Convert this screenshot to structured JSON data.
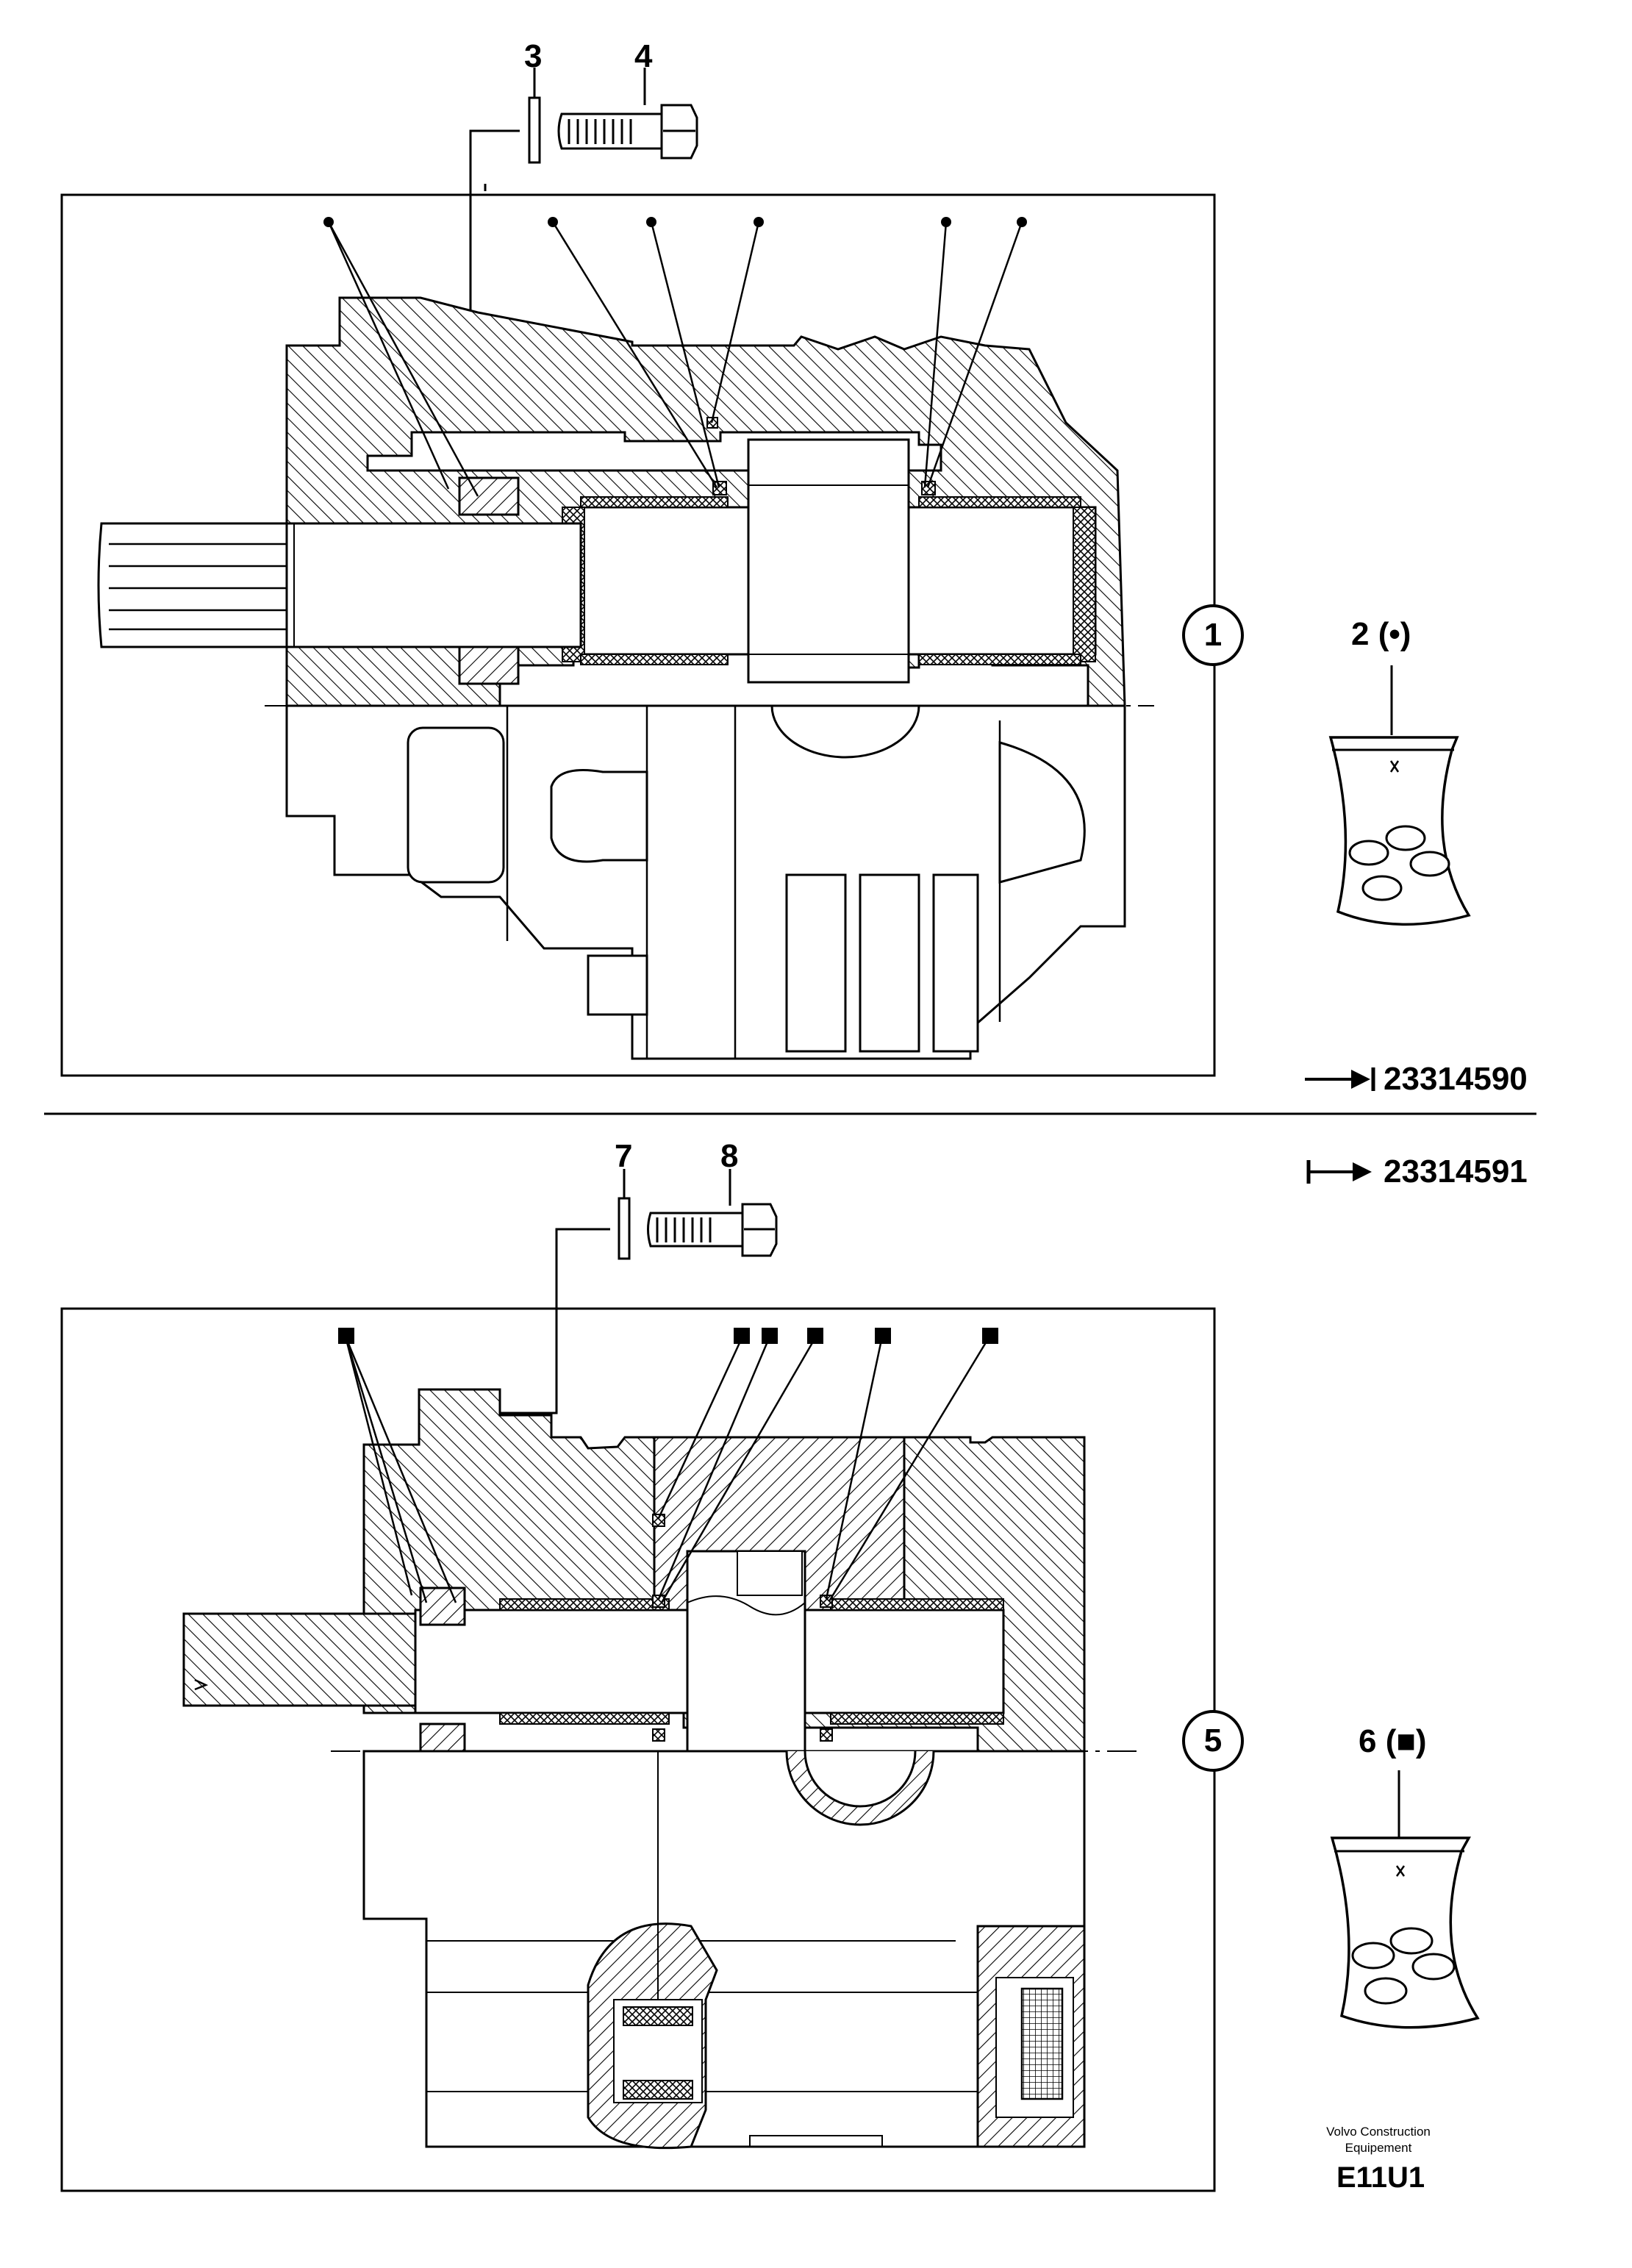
{
  "top_section": {
    "label_3": "3",
    "label_4": "4",
    "circle_ref": "1",
    "kit_label": "2 (•)",
    "part_number_end": "23314590",
    "seal_marker": "•"
  },
  "bottom_section": {
    "label_7": "7",
    "label_8": "8",
    "circle_ref": "5",
    "kit_label": "6 (■)",
    "part_number_start": "23314591",
    "seal_marker": "■"
  },
  "footer": {
    "brand_line1": "Volvo Construction",
    "brand_line2": "Equipement",
    "code": "E11U1"
  },
  "icons": [
    "arrow-end-icon",
    "arrow-start-icon",
    "seal-kit-bag-icon",
    "bolt-icon",
    "washer-icon"
  ]
}
